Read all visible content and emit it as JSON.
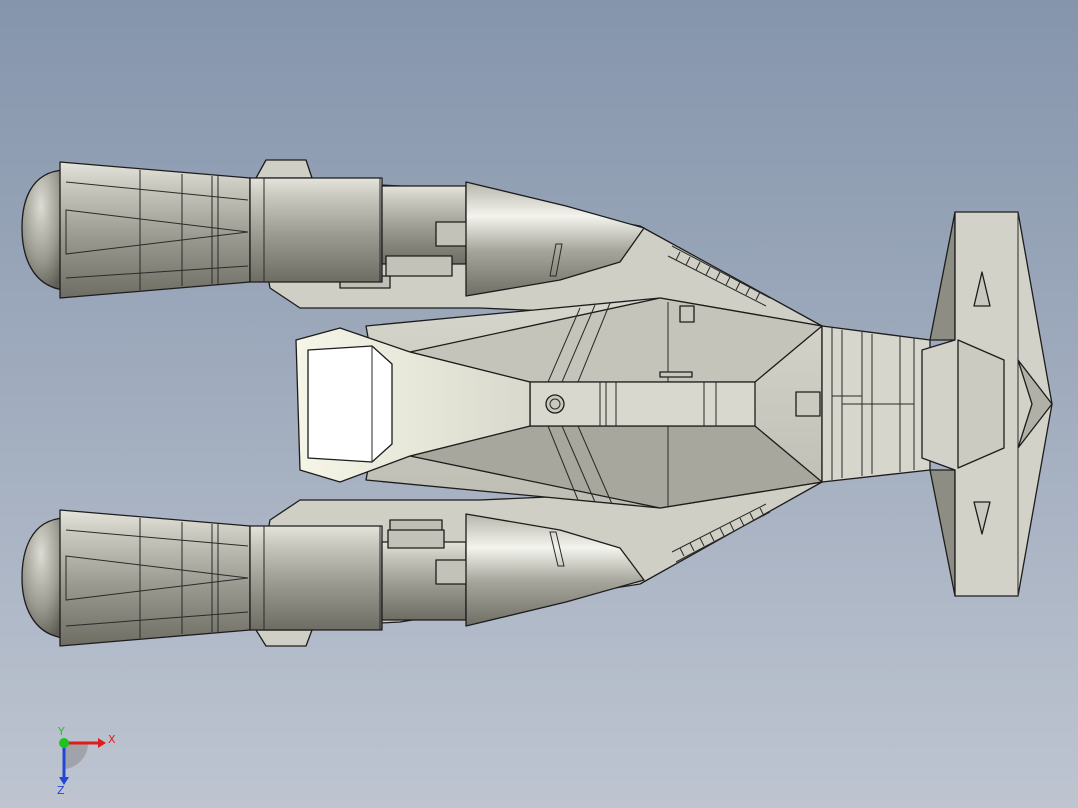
{
  "viewport": {
    "background_top": "#8595ac",
    "background_bottom": "#bec5d1",
    "model_colors": {
      "body_light": "#e7e7df",
      "body_mid": "#c6c6bc",
      "body_dark": "#8f8f85",
      "canopy": "#ffffff",
      "edge": "#1c1c1c"
    }
  },
  "triad": {
    "x_label": "X",
    "y_label": "Y",
    "z_label": "Z",
    "x_color": "#e01b1b",
    "y_color": "#1fc21f",
    "z_color": "#2346d8"
  }
}
